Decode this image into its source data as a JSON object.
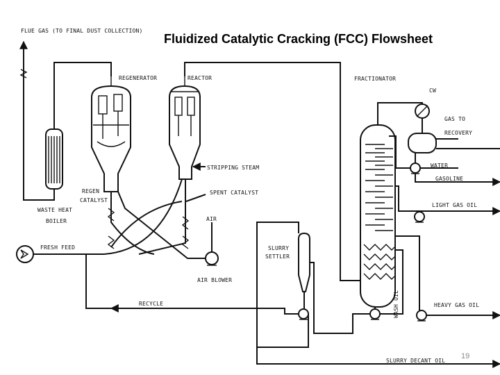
{
  "title": "Fluidized Catalytic Cracking (FCC) Flowsheet",
  "page_number": "19",
  "labels": {
    "flue_gas": "FLUE GAS (TO FINAL DUST COLLECTION)",
    "regenerator": "REGENERATOR",
    "reactor": "REACTOR",
    "fractionator": "FRACTIONATOR",
    "cw": "CW",
    "gas_to": "GAS TO",
    "recovery": "RECOVERY",
    "water": "WATER",
    "gasoline": "GASOLINE",
    "stripping_steam": "STRIPPING STEAM",
    "regen": "REGEN",
    "catalyst": "CATALYST",
    "spent_catalyst": "SPENT CATALYST",
    "light_gas_oil": "LIGHT GAS OIL",
    "waste_heat": "WASTE HEAT",
    "boiler": "BOILER",
    "air": "AIR",
    "fresh_feed": "FRESH FEED",
    "slurry": "SLURRY",
    "settler": "SETTLER",
    "air_blower": "AIR BLOWER",
    "recycle": "RECYCLE",
    "wash_oil": "WASH OIL",
    "heavy_gas_oil": "HEAVY GAS OIL",
    "slurry_decant_oil": "SLURRY DECANT OIL"
  }
}
